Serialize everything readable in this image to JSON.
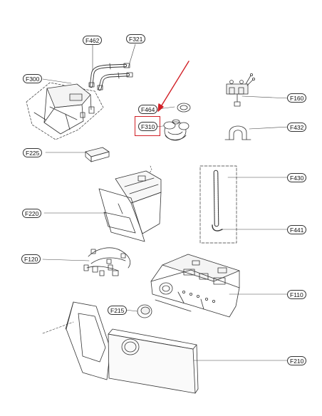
{
  "parts": [
    {
      "id": "part-f300",
      "label": "F300"
    },
    {
      "id": "part-f462",
      "label": "F462"
    },
    {
      "id": "part-f321",
      "label": "F321"
    },
    {
      "id": "part-f464",
      "label": "F464"
    },
    {
      "id": "part-f310",
      "label": "F310",
      "highlighted": true
    },
    {
      "id": "part-f160",
      "label": "F160"
    },
    {
      "id": "part-f432",
      "label": "F432"
    },
    {
      "id": "part-f225",
      "label": "F225"
    },
    {
      "id": "part-f430",
      "label": "F430"
    },
    {
      "id": "part-f220",
      "label": "F220"
    },
    {
      "id": "part-f441",
      "label": "F441"
    },
    {
      "id": "part-f120",
      "label": "F120"
    },
    {
      "id": "part-f110",
      "label": "F110"
    },
    {
      "id": "part-f215",
      "label": "F215"
    },
    {
      "id": "part-f210",
      "label": "F210"
    }
  ],
  "colors": {
    "line": "#333333",
    "highlight": "#d11f26",
    "background": "#ffffff"
  }
}
